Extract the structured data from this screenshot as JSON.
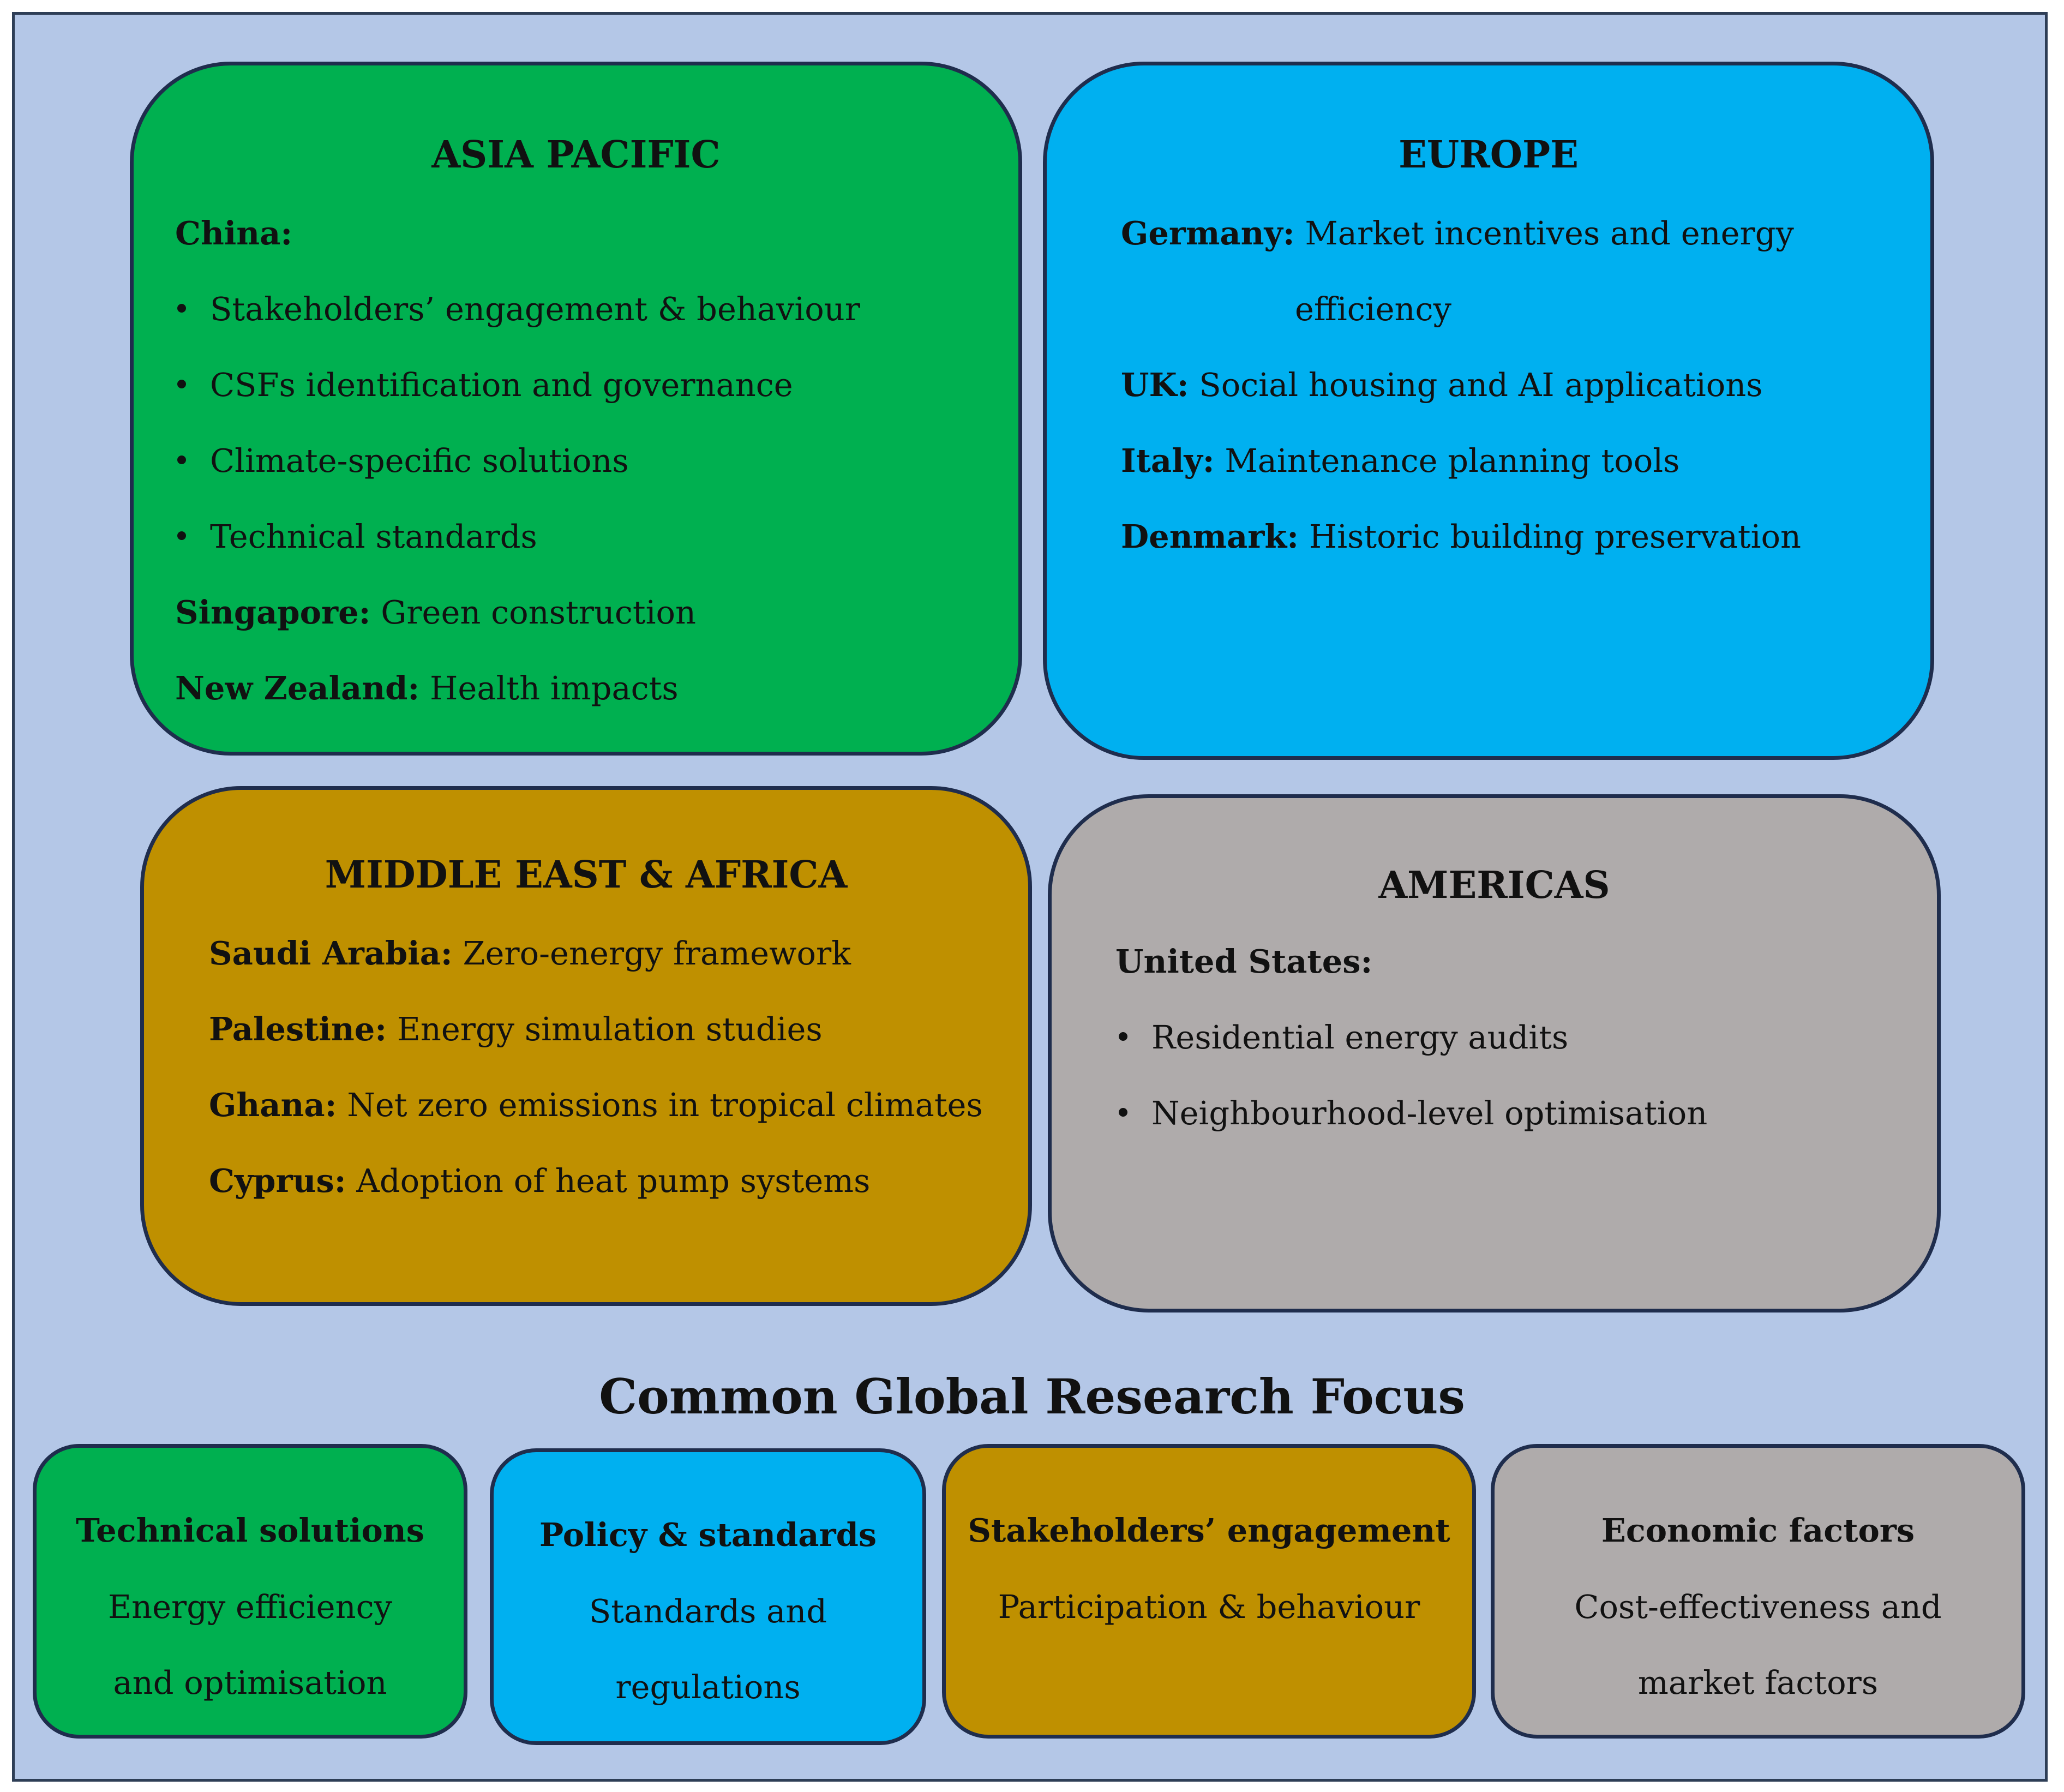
{
  "colors": {
    "background": "#b4c7e7",
    "green": "#00b050",
    "blue": "#00b0f0",
    "gold": "#bf9000",
    "grey": "#afabab",
    "border": "#1f2d4d"
  },
  "asia_pacific": {
    "title": "ASIA PACIFIC",
    "china_label": "China:",
    "china_items": [
      "Stakeholders’ engagement & behaviour",
      "CSFs identification and governance",
      "Climate-specific solutions",
      "Technical standards"
    ],
    "singapore_label": "Singapore:",
    "singapore_text": "Green construction",
    "nz_label": "New Zealand:",
    "nz_text": "Health impacts"
  },
  "europe": {
    "title": "EUROPE",
    "germany_label": "Germany:",
    "germany_text_1": "Market incentives and energy",
    "germany_text_2": "efficiency",
    "uk_label": "UK:",
    "uk_text": "Social housing and AI applications",
    "italy_label": "Italy:",
    "italy_text": "Maintenance planning tools",
    "denmark_label": "Denmark:",
    "denmark_text": "Historic building preservation"
  },
  "middle_east_africa": {
    "title": "MIDDLE EAST & AFRICA",
    "saudi_label": "Saudi Arabia:",
    "saudi_text": "Zero-energy framework",
    "palestine_label": "Palestine:",
    "palestine_text": "Energy simulation studies",
    "ghana_label": "Ghana:",
    "ghana_text": "Net zero emissions in tropical climates",
    "cyprus_label": "Cyprus:",
    "cyprus_text": "Adoption of heat pump systems"
  },
  "americas": {
    "title": "AMERICAS",
    "us_label": "United States:",
    "us_items": [
      "Residential energy audits",
      "Neighbourhood-level optimisation"
    ]
  },
  "common_focus": {
    "title": "Common Global Research Focus",
    "items": [
      {
        "heading": "Technical solutions",
        "line1": "Energy efficiency",
        "line2": "and optimisation"
      },
      {
        "heading": "Policy & standards",
        "line1": "Standards and",
        "line2": "regulations"
      },
      {
        "heading": "Stakeholders’ engagement",
        "line1": "Participation & behaviour",
        "line2": ""
      },
      {
        "heading": "Economic factors",
        "line1": "Cost-effectiveness and",
        "line2": "market factors"
      }
    ]
  }
}
